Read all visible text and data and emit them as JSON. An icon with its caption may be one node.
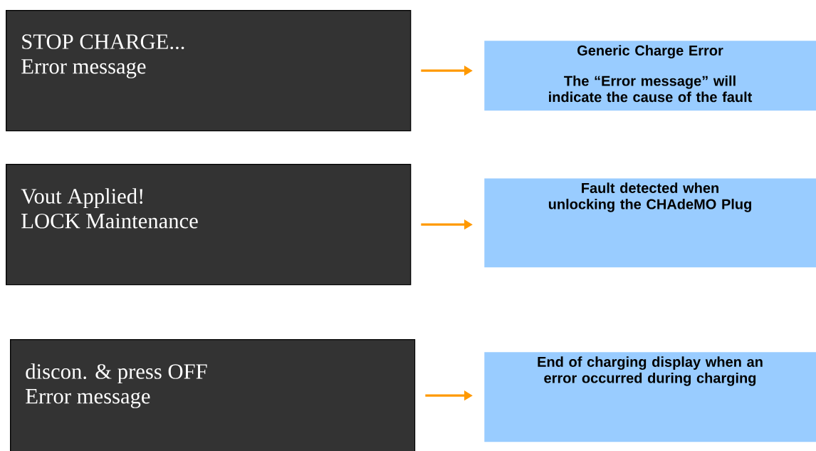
{
  "diagram": {
    "nodes": [
      {
        "text": [
          "STOP CHARGE...",
          "Error message"
        ]
      },
      {
        "text": [
          "Generic Charge Error",
          "The “Error message” will indicate the cause of the fault"
        ]
      },
      {
        "text": [
          "Vout Applied!",
          "LOCK Maintenance"
        ]
      },
      {
        "text": [
          "Fault detected when unlocking the CHAdeMO Plug"
        ]
      },
      {
        "text": [
          "discon. & press OFF",
          "Error message"
        ]
      },
      {
        "text": [
          "End of charging display when an error occurred during charging"
        ]
      }
    ],
    "edges": [
      {
        "from": 0,
        "to": 1,
        "arrow": "to"
      },
      {
        "from": 2,
        "to": 3,
        "arrow": "to"
      },
      {
        "from": 4,
        "to": 5,
        "arrow": "to"
      }
    ]
  }
}
